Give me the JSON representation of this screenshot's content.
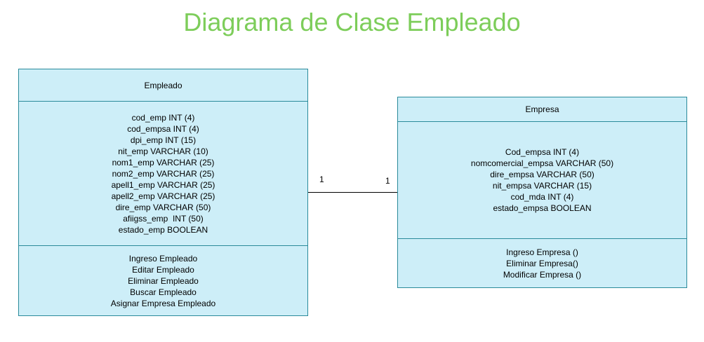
{
  "title": "Diagrama de Clase Empleado",
  "classes": {
    "empleado": {
      "name": "Empleado",
      "attributes": [
        "cod_emp INT (4)",
        "cod_empsa INT (4)",
        "dpi_emp INT (15)",
        "nit_emp VARCHAR (10)",
        "nom1_emp VARCHAR (25)",
        "nom2_emp VARCHAR (25)",
        "apell1_emp VARCHAR (25)",
        "apell2_emp VARCHAR (25)",
        "dire_emp VARCHAR (50)",
        "afiigss_emp  INT (50)",
        "estado_emp BOOLEAN"
      ],
      "operations": [
        "Ingreso Empleado",
        "Editar Empleado",
        "Eliminar Empleado",
        "Buscar Empleado",
        "Asignar Empresa Empleado"
      ]
    },
    "empresa": {
      "name": "Empresa",
      "attributes": [
        "Cod_empsa INT (4)",
        "nomcomercial_empsa VARCHAR (50)",
        "dire_empsa VARCHAR (50)",
        "nit_empsa VARCHAR (15)",
        "cod_mda INT (4)",
        "estado_empsa BOOLEAN"
      ],
      "operations": [
        "Ingreso Empresa ()",
        "Eliminar Empresa()",
        "Modificar Empresa ()"
      ]
    }
  },
  "association": {
    "multiplicity_left": "1",
    "multiplicity_right": "1"
  },
  "colors": {
    "title": "#7dcd5a",
    "class_fill": "#cdeef8",
    "class_border": "#2a8a9a"
  }
}
